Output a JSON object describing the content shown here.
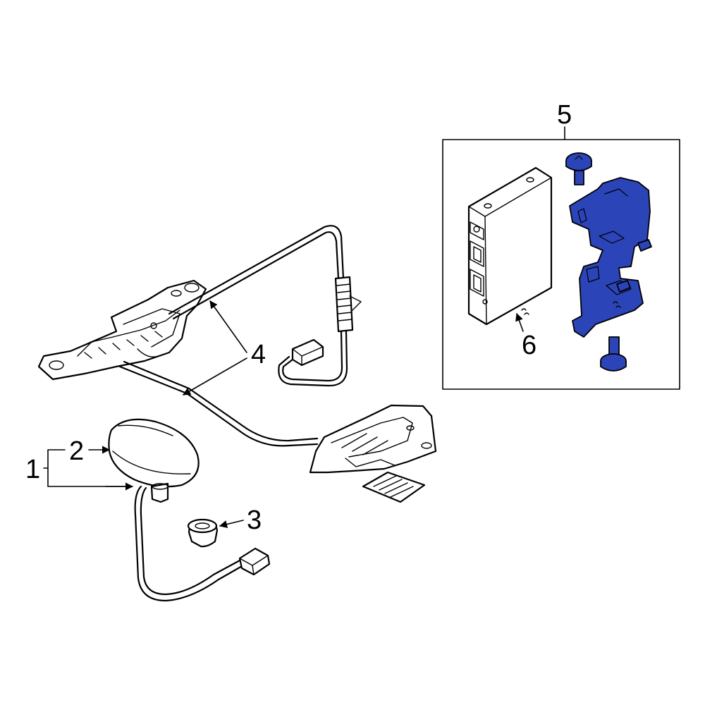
{
  "callouts": {
    "c1": "1",
    "c2": "2",
    "c3": "3",
    "c4": "4",
    "c5": "5",
    "c6": "6"
  },
  "colors": {
    "highlight": "#2b44b8",
    "line": "#000000",
    "background": "#ffffff"
  }
}
